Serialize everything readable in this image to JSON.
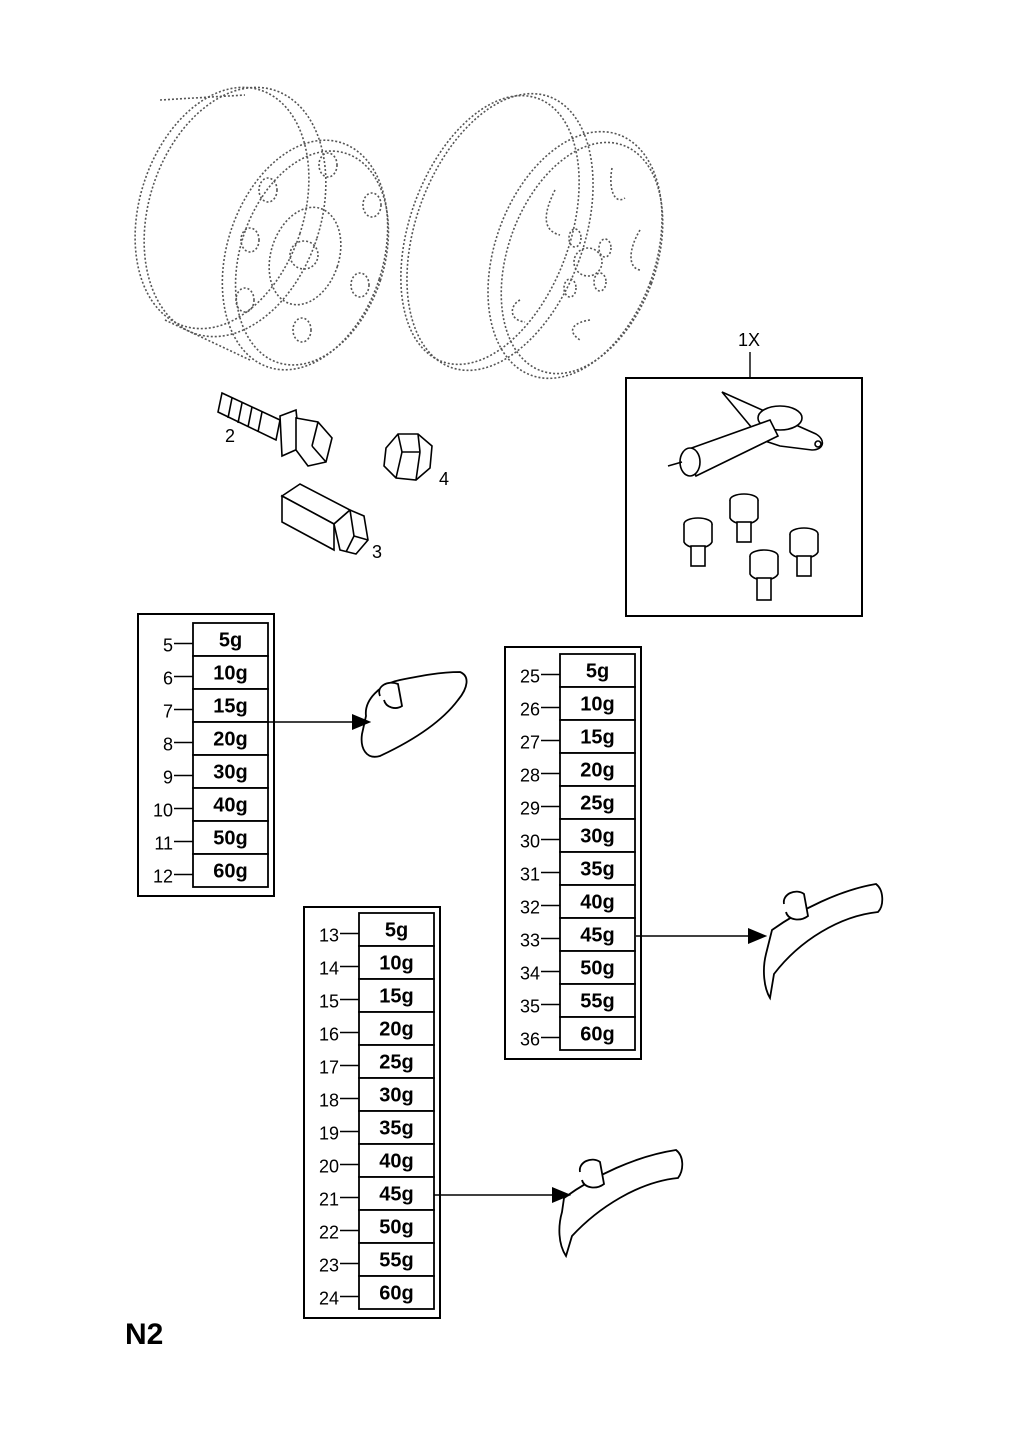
{
  "page_code": "N2",
  "callouts": {
    "lock_kit": "1X",
    "bolt": "2",
    "long_cap": "3",
    "short_cap": "4"
  },
  "weight_tables": [
    {
      "id": "table-a",
      "rows": [
        {
          "num": "5",
          "weight": "5g"
        },
        {
          "num": "6",
          "weight": "10g"
        },
        {
          "num": "7",
          "weight": "15g"
        },
        {
          "num": "8",
          "weight": "20g"
        },
        {
          "num": "9",
          "weight": "30g"
        },
        {
          "num": "10",
          "weight": "40g"
        },
        {
          "num": "11",
          "weight": "50g"
        },
        {
          "num": "12",
          "weight": "60g"
        }
      ]
    },
    {
      "id": "table-b",
      "rows": [
        {
          "num": "13",
          "weight": "5g"
        },
        {
          "num": "14",
          "weight": "10g"
        },
        {
          "num": "15",
          "weight": "15g"
        },
        {
          "num": "16",
          "weight": "20g"
        },
        {
          "num": "17",
          "weight": "25g"
        },
        {
          "num": "18",
          "weight": "30g"
        },
        {
          "num": "19",
          "weight": "35g"
        },
        {
          "num": "20",
          "weight": "40g"
        },
        {
          "num": "21",
          "weight": "45g"
        },
        {
          "num": "22",
          "weight": "50g"
        },
        {
          "num": "23",
          "weight": "55g"
        },
        {
          "num": "24",
          "weight": "60g"
        }
      ]
    },
    {
      "id": "table-c",
      "rows": [
        {
          "num": "25",
          "weight": "5g"
        },
        {
          "num": "26",
          "weight": "10g"
        },
        {
          "num": "27",
          "weight": "15g"
        },
        {
          "num": "28",
          "weight": "20g"
        },
        {
          "num": "29",
          "weight": "25g"
        },
        {
          "num": "30",
          "weight": "30g"
        },
        {
          "num": "31",
          "weight": "35g"
        },
        {
          "num": "32",
          "weight": "40g"
        },
        {
          "num": "33",
          "weight": "45g"
        },
        {
          "num": "34",
          "weight": "50g"
        },
        {
          "num": "35",
          "weight": "55g"
        },
        {
          "num": "36",
          "weight": "60g"
        }
      ]
    }
  ]
}
